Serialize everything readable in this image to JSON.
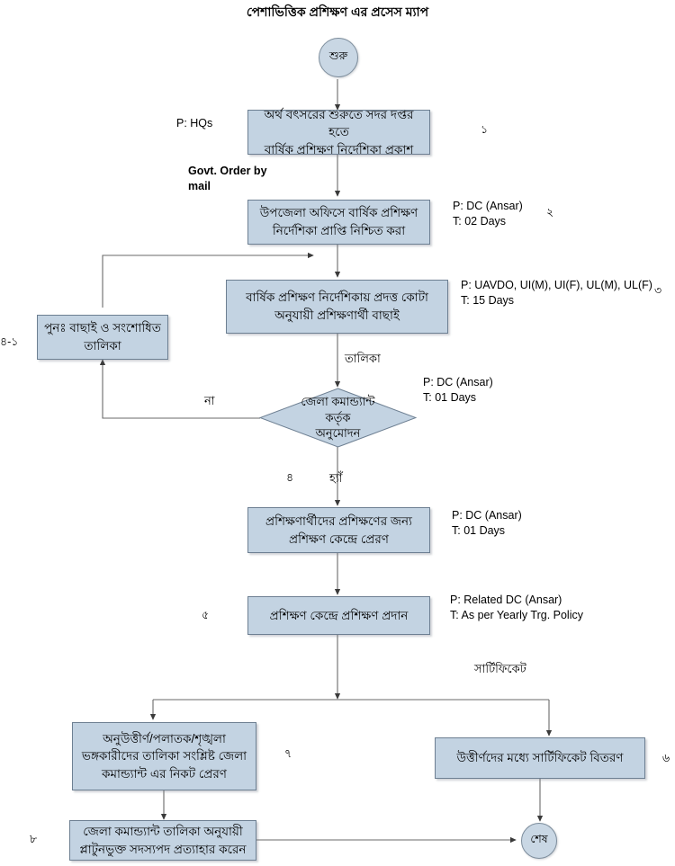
{
  "title": "পেশাভিত্তিক প্রশিক্ষণ এর প্রসেস ম্যাপ",
  "colors": {
    "node_fill": "#c3d3e2",
    "node_border": "#6d7f92",
    "line": "#5a5a5a",
    "page_bg": "#ffffff"
  },
  "nodes": {
    "start": {
      "label": "শুরু"
    },
    "n1": {
      "line1": "অর্থ বৎসরের শুরুতে সদর দপ্তর হতে",
      "line2": "বার্ষিক প্রশিক্ষণ নির্দেশিকা প্রকাশ"
    },
    "n2": {
      "line1": "উপজেলা অফিসে বার্ষিক প্রশিক্ষণ",
      "line2": "নির্দেশিকা প্রাপ্তি নিশ্চিত করা"
    },
    "n3": {
      "line1": "বার্ষিক প্রশিক্ষণ নির্দেশিকায় প্রদত্ত কোটা",
      "line2": "অনুযায়ী প্রশিক্ষণার্থী বাছাই"
    },
    "n4_1": {
      "line1": "পুনঃ  বাছাই ও সংশোধিত",
      "line2": "তালিকা"
    },
    "decision": {
      "line1": "জেলা কমান্ড্যান্ট",
      "line2": "কর্তৃক",
      "line3": "অনুমোদন"
    },
    "n5": {
      "line1": "প্রশিক্ষণার্থীদের প্রশিক্ষণের জন্য",
      "line2": "প্রশিক্ষণ কেন্দ্রে প্রেরণ"
    },
    "n6": {
      "line1": "প্রশিক্ষণ কেন্দ্রে প্রশিক্ষণ প্রদান"
    },
    "n7": {
      "line1": "অনুউত্তীর্ণ/পলাতক/শৃঙ্খলা",
      "line2": "ভঙ্গকারীদের তালিকা সংশ্লিষ্ট  জেলা",
      "line3": "কমান্ড্যান্ট এর নিকট প্রেরণ"
    },
    "n8": {
      "line1": "উত্তীর্ণদের মধ্যে সার্টিফিকেট বিতরণ"
    },
    "n9": {
      "line1": "জেলা কমান্ড্যান্ট তালিকা অনুযায়ী",
      "line2": "প্লাটুনভুক্ত সদস্যপদ প্রত্যাহার করেন"
    },
    "end": {
      "label": "শেষ"
    }
  },
  "annotations": {
    "a1": "P: HQs",
    "a2": "Govt. Order by\nmail",
    "a3": "P: DC (Ansar)\nT: 02 Days",
    "a4": "P: UAVDO, UI(M), UI(F), UL(M), UL(F)\nT: 15 Days",
    "a5": "P: DC (Ansar)\nT: 01 Days",
    "a6": "P: DC (Ansar)\nT: 01 Days",
    "a7": "P: Related DC (Ansar)\nT: As per Yearly Trg. Policy"
  },
  "step_numbers": {
    "s1": "১",
    "s2": "২",
    "s3": "৩",
    "s4_1": "৪-১",
    "s4": "৪",
    "s5": "৫",
    "s6": "৬",
    "s7": "৭",
    "s8": "৮"
  },
  "edge_labels": {
    "list_after_select": "তালিকা",
    "no_branch": "না",
    "yes_branch": "হ্যাঁ",
    "certificate": "সার্টিফিকেট"
  }
}
